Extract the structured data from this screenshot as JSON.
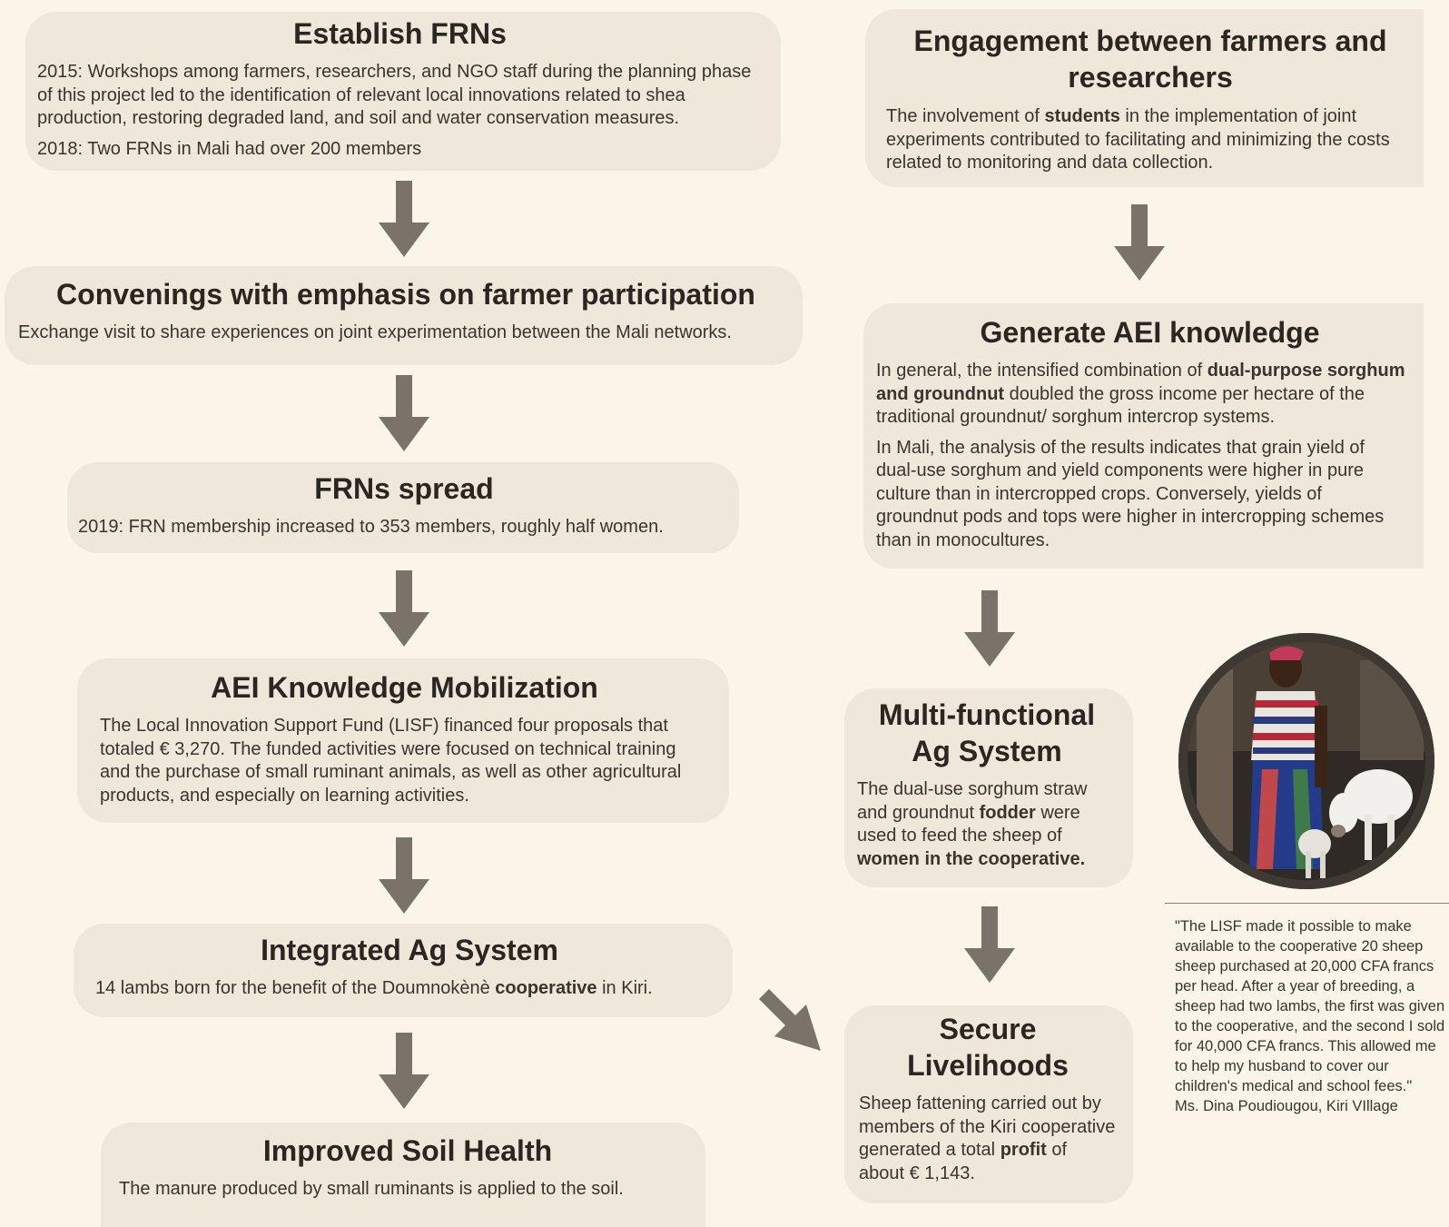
{
  "left_column": {
    "establish": {
      "title": "Establish FRNs",
      "p1": "2015: Workshops among farmers, researchers, and NGO staff during the planning phase of this project led to the identification of relevant local innovations related to shea production, restoring degraded land, and soil and water conservation measures.",
      "p2": "2018: Two FRNs in Mali had over 200 members"
    },
    "convenings": {
      "title": "Convenings with emphasis on farmer participation",
      "p1": "Exchange visit to share experiences on joint experimentation between the Mali networks."
    },
    "spread": {
      "title": "FRNs spread",
      "p1": "2019: FRN membership increased to 353 members, roughly half women."
    },
    "mobilization": {
      "title": "AEI Knowledge Mobilization",
      "p1": "The Local Innovation Support Fund (LISF) financed four proposals that totaled € 3,270. The funded activities were focused on technical training and the purchase of small ruminant animals, as well as other agricultural products, and especially on learning activities."
    },
    "integrated": {
      "title": "Integrated Ag System",
      "p1_a": "14 lambs born for the benefit of the Doumnokènè ",
      "p1_b": "cooperative",
      "p1_c": " in Kiri."
    },
    "soil": {
      "title": "Improved Soil Health",
      "p1": "The manure produced by small ruminants is applied to the soil."
    }
  },
  "right_column": {
    "engagement": {
      "title": "Engagement between farmers and researchers",
      "p1_a": "The involvement of ",
      "p1_b": "students",
      "p1_c": " in the implementation of joint experiments contributed to facilitating and minimizing the costs related to monitoring and data collection."
    },
    "generate": {
      "title": "Generate AEI knowledge",
      "p1_a": "In general, the intensified combination of ",
      "p1_b": "dual-purpose sorghum and groundnut",
      "p1_c": " doubled the gross income per hectare of the traditional groundnut/ sorghum intercrop systems.",
      "p2": "In Mali, the analysis of the results indicates that grain yield of dual-use sorghum and yield components were higher in pure culture than in intercropped crops. Conversely, yields of groundnut pods and tops were higher in intercropping schemes than in monocultures."
    },
    "multifunctional": {
      "title": "Multi-functional Ag System",
      "p1_a": "The dual-use sorghum straw and groundnut ",
      "p1_b": "fodder",
      "p1_c": " were used to feed the sheep of ",
      "p1_d": "women in the cooperative."
    },
    "secure": {
      "title": "Secure Livelihoods",
      "p1_a": "Sheep fattening carried out by members of the Kiri cooperative generated a total ",
      "p1_b": "profit",
      "p1_c": " of about € 1,143."
    }
  },
  "quote": {
    "text": "\"The LISF made it possible to make available to the cooperative 20 sheep sheep purchased at 20,000 CFA francs per head. After a year of breeding, a sheep had two lambs, the first was given to the cooperative, and the second I sold for 40,000 CFA francs. This allowed me to help my husband to cover our children's medical and school fees.\"",
    "attribution": "Ms. Dina Poudiougou, Kiri VIllage"
  },
  "colors": {
    "background": "#fbf4e8",
    "box": "#efe7da",
    "arrow": "#7a7369",
    "text": "#2b2622"
  }
}
